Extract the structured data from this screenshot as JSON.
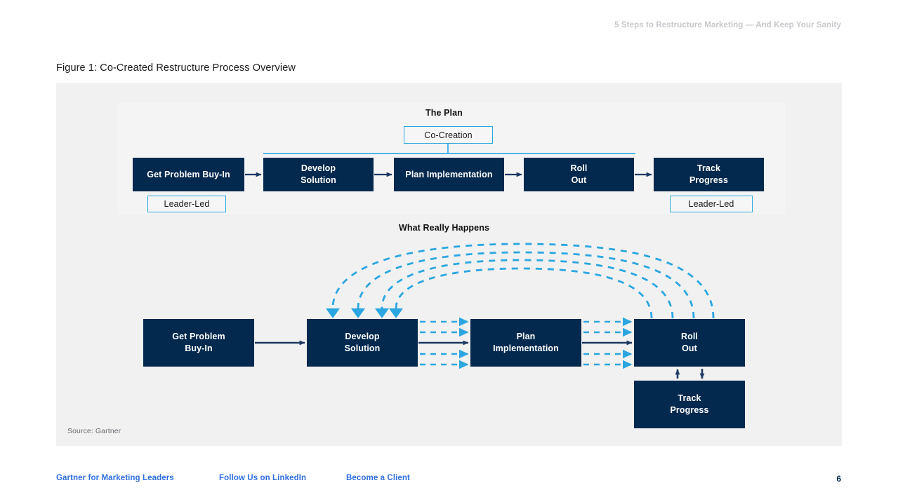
{
  "header": {
    "running_title": "5 Steps to Restructure Marketing — And Keep Your Sanity"
  },
  "figure": {
    "title": "Figure 1: Co-Created Restructure Process Overview",
    "source": "Source: Gartner",
    "panel_color": "#f1f1f1",
    "inner_panel_color": "#f4f4f4",
    "box_color": "#04294f",
    "accent_color": "#2ba6e0",
    "arrow_color": "#1b3a63"
  },
  "plan": {
    "heading": "The Plan",
    "steps": [
      {
        "label": "Get Problem Buy-In"
      },
      {
        "label": "Develop\nSolution",
        "line1": "Develop",
        "line2": "Solution"
      },
      {
        "label": "Plan Implementation"
      },
      {
        "label": "Roll\nOut",
        "line1": "Roll",
        "line2": "Out"
      },
      {
        "label": "Track\nProgress",
        "line1": "Track",
        "line2": "Progress"
      }
    ],
    "tags": {
      "co_creation": "Co-Creation",
      "leader_led_left": "Leader-Led",
      "leader_led_right": "Leader-Led"
    }
  },
  "reality": {
    "heading": "What Really Happens",
    "steps": [
      {
        "line1": "Get Problem",
        "line2": "Buy-In"
      },
      {
        "line1": "Develop",
        "line2": "Solution"
      },
      {
        "line1": "Plan",
        "line2": "Implementation"
      },
      {
        "line1": "Roll",
        "line2": "Out"
      },
      {
        "line1": "Track",
        "line2": "Progress"
      }
    ],
    "rework_loops": 4,
    "parallel_connectors": 5
  },
  "footer": {
    "links": [
      "Gartner for Marketing Leaders",
      "Follow Us on LinkedIn",
      "Become a Client"
    ],
    "page_number": "6"
  }
}
